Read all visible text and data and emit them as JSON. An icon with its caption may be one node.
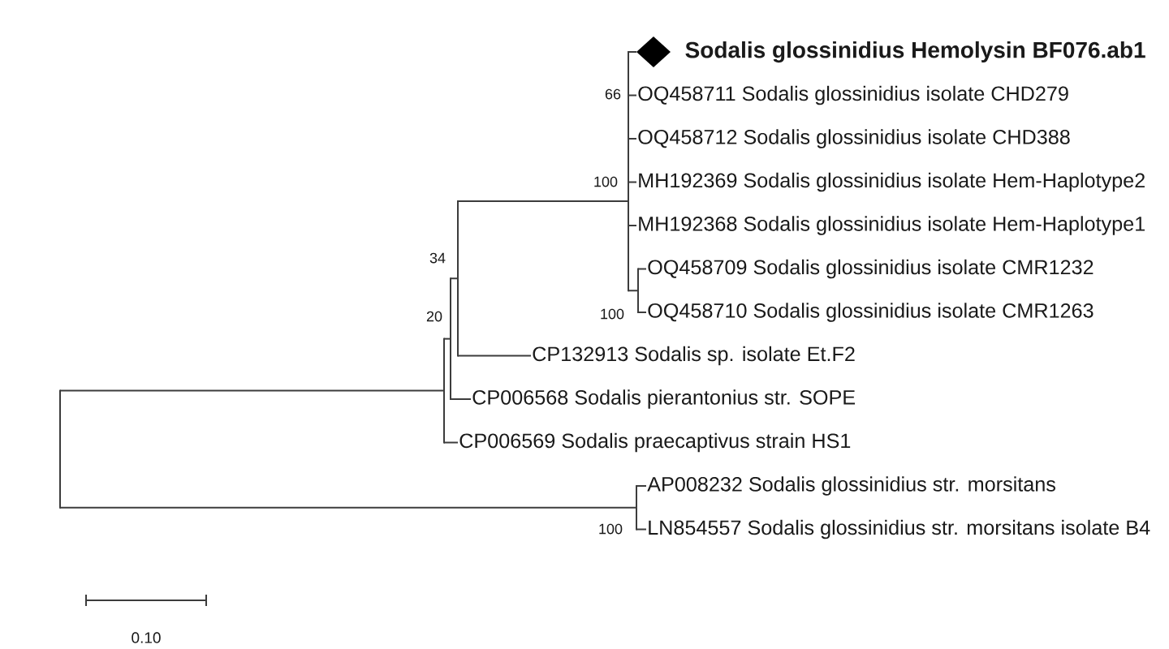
{
  "diagram": {
    "nodes": [
      {
        "text": [],
        "shape": "diamond",
        "beside": [
          "Sodalis glossinidius Hemolysin BF076.ab1"
        ]
      },
      {
        "text": [
          "OQ458711 Sodalis glossinidius isolate CHD279"
        ]
      },
      {
        "text": [
          "OQ458712 Sodalis glossinidius isolate CHD388"
        ]
      },
      {
        "text": [
          "MH192369 Sodalis glossinidius isolate Hem-Haplotype2"
        ]
      },
      {
        "text": [
          "MH192368 Sodalis glossinidius isolate Hem-Haplotype1"
        ]
      },
      {
        "text": [
          "OQ458709 Sodalis glossinidius isolate CMR1232"
        ]
      },
      {
        "text": [
          "OQ458710 Sodalis glossinidius isolate CMR1263"
        ]
      },
      {
        "text": [
          "CP132913 Sodalis sp. isolate Et.F2"
        ]
      },
      {
        "text": [
          "CP006568 Sodalis pierantonius str. SOPE"
        ]
      },
      {
        "text": [
          "CP006569 Sodalis praecaptivus strain HS1"
        ]
      },
      {
        "text": [
          "AP008232 Sodalis glossinidius str. morsitans"
        ]
      },
      {
        "text": [
          "LN854557 Sodalis glossinidius str. morsitans isolate B4"
        ]
      },
      {
        "text": [],
        "shape": "line"
      },
      {
        "text": [],
        "shape": "line"
      },
      {
        "text": [],
        "shape": "line",
        "beside": [
          "20"
        ]
      },
      {
        "text": [],
        "shape": "line",
        "beside": [
          "34"
        ]
      },
      {
        "text": [],
        "shape": "line",
        "beside": [
          "100"
        ]
      },
      {
        "text": [],
        "shape": "line",
        "beside": [
          "100"
        ]
      },
      {
        "text": [],
        "shape": "line",
        "beside": [
          "100"
        ]
      }
    ],
    "edges": [
      {
        "from": 12,
        "to": 13,
        "arrow": "none"
      },
      {
        "from": 12,
        "to": 18,
        "arrow": "none"
      },
      {
        "from": 13,
        "to": 14,
        "arrow": "none"
      },
      {
        "from": 13,
        "to": 9,
        "arrow": "none"
      },
      {
        "from": 14,
        "to": 15,
        "arrow": "none"
      },
      {
        "from": 14,
        "to": 8,
        "arrow": "none"
      },
      {
        "from": 15,
        "to": 16,
        "arrow": "none"
      },
      {
        "from": 15,
        "to": 7,
        "arrow": "none"
      },
      {
        "from": 16,
        "to": 0,
        "arrow": "none"
      },
      {
        "from": 16,
        "to": 1,
        "arrow": "none"
      },
      {
        "from": 16,
        "to": 2,
        "arrow": "none"
      },
      {
        "from": 16,
        "to": 3,
        "arrow": "none"
      },
      {
        "from": 16,
        "to": 4,
        "arrow": "none"
      },
      {
        "from": 16,
        "to": 17,
        "arrow": "none"
      },
      {
        "from": 17,
        "to": 5,
        "arrow": "none"
      },
      {
        "from": 17,
        "to": 6,
        "arrow": "none"
      },
      {
        "from": 18,
        "to": 10,
        "arrow": "none"
      },
      {
        "from": 18,
        "to": 11,
        "arrow": "none"
      }
    ],
    "labels": [
      "66",
      "0.10"
    ]
  }
}
